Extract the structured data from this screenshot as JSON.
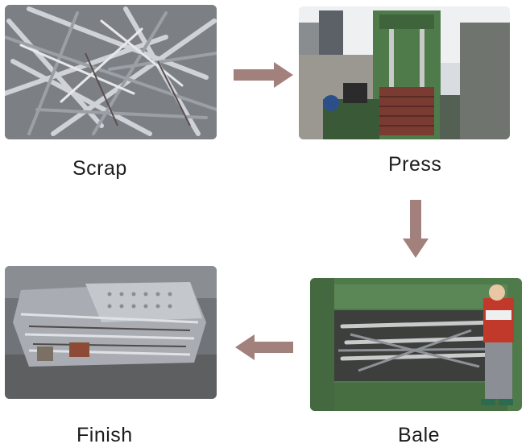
{
  "steps": [
    {
      "label": "Scrap"
    },
    {
      "label": "Press"
    },
    {
      "label": "Bale"
    },
    {
      "label": "Finish"
    }
  ],
  "colors": {
    "arrow": "#a2807b",
    "machine_green": "#4f7a4a",
    "scrap_metal": "#a9adb3"
  }
}
